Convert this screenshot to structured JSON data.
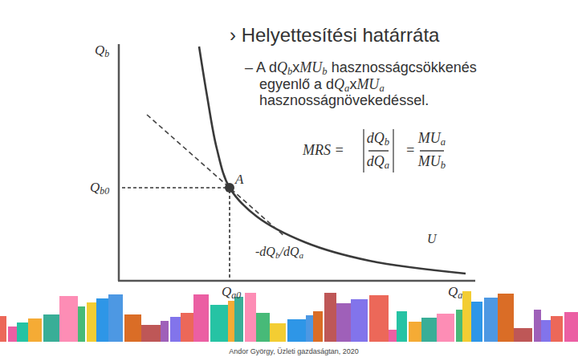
{
  "diagram": {
    "title": "› Helyettesítési határráta",
    "caption": "Andor György, Üzleti gazdaságtan, 2020",
    "labels": [
      "– A dQbxMUb hasznosságcsökkenés egyenlő a dQaxMUa hasznosságnövekedéssel.",
      "MRS =",
      "dQb",
      "dQa",
      "=",
      "MUa",
      "MUb",
      "Qb",
      "Qb0",
      "A",
      "-dQb/dQa",
      "U",
      "Qa0",
      "Qa"
    ]
  }
}
